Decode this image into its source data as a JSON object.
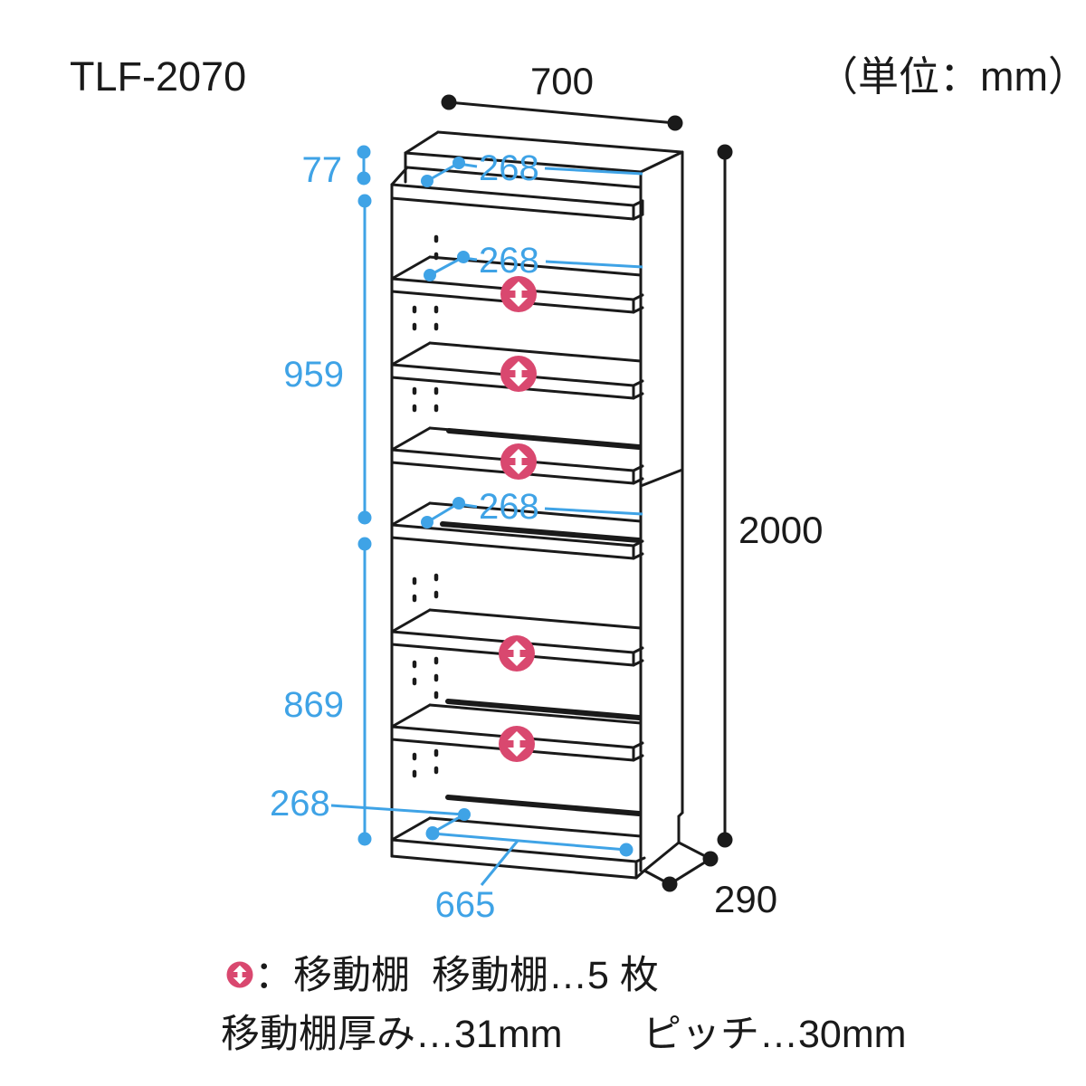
{
  "title": "TLF-2070",
  "unit_note": "（単位：mm）",
  "dimensions": {
    "overall_width": "700",
    "overall_height": "2000",
    "overall_depth": "290",
    "inner_bottom_width": "665",
    "top_back_rail_height": "77",
    "upper_section_height": "959",
    "lower_section_height": "869",
    "shelf_depths": [
      "268",
      "268",
      "268",
      "268"
    ]
  },
  "legend": {
    "icon_meaning_label": "：移動棚",
    "movable_shelf_count": "移動棚…5 枚",
    "shelf_thickness_note": "移動棚厚み…31mm",
    "pitch_note": "ピッチ…30mm"
  },
  "movable_shelf_icon": "up-down-arrow-circle",
  "colors": {
    "dimension_blue": "#3fa3e6",
    "movable_pink": "#d9486f",
    "line_black": "#1a1a1a"
  }
}
